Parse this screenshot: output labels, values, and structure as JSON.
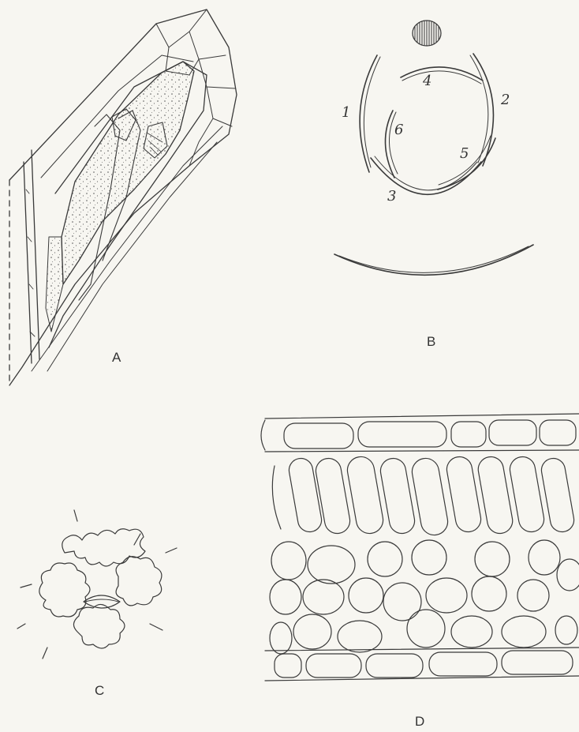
{
  "figures": [
    {
      "id": "A",
      "label": "A"
    },
    {
      "id": "B",
      "label": "B",
      "whorl_numbers": [
        "1",
        "2",
        "3",
        "4",
        "5",
        "6"
      ]
    },
    {
      "id": "C",
      "label": "C"
    },
    {
      "id": "D",
      "label": "D"
    }
  ],
  "colors": {
    "paper": "#f7f6f1",
    "ink": "#333333"
  }
}
